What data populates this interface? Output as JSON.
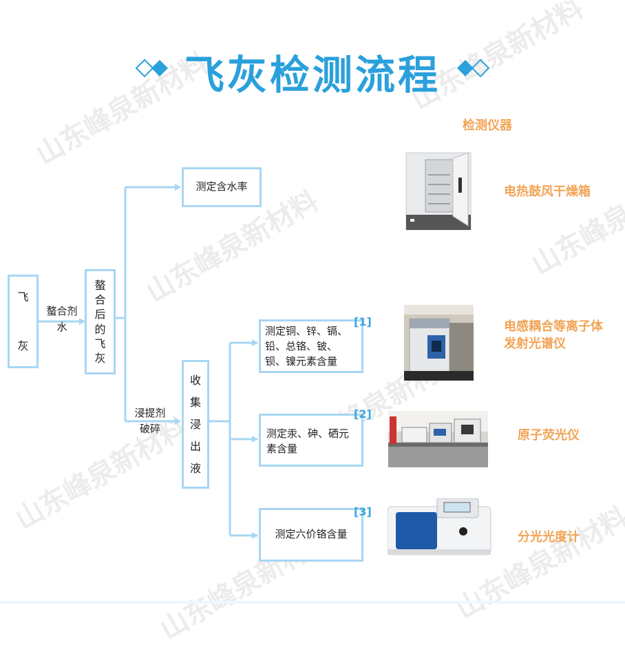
{
  "title": "飞灰检测流程",
  "watermark": "山东峰泉新材料",
  "instruments_header": "检测仪器",
  "nodes": {
    "fly_ash": [
      "飞",
      "灰"
    ],
    "chelated": [
      "螯",
      "合",
      "后",
      "的",
      "飞",
      "灰"
    ],
    "leachate": [
      "收",
      "集",
      "浸",
      "出",
      "液"
    ]
  },
  "edges": {
    "step1": [
      "螯合剂",
      "水"
    ],
    "step2": [
      "浸提剂",
      "破碎"
    ]
  },
  "tests": [
    {
      "text": "测定含水率",
      "ref": ""
    },
    {
      "text": "测定铜、锌、镉、铅、总铬、铍、钡、镍元素含量",
      "ref": "[1]"
    },
    {
      "text": "测定汞、砷、硒元素含量",
      "ref": "[2]"
    },
    {
      "text": "测定六价铬含量",
      "ref": "[3]"
    }
  ],
  "instruments": [
    {
      "name": "电热鼓风干燥箱",
      "icon": "drying-oven-photo"
    },
    {
      "name": "电感耦合等离子体发射光谱仪",
      "icon": "icp-spectrometer-photo"
    },
    {
      "name": "原子荧光仪",
      "icon": "atomic-fluorescence-photo"
    },
    {
      "name": "分光光度计",
      "icon": "spectrophotometer-photo"
    }
  ],
  "colors": {
    "title": "#2aa0dc",
    "box_border": "#a7d6f3",
    "connector": "#a7d6f3",
    "instrument_text": "#f2a456",
    "reference": "#3aa6e0"
  }
}
